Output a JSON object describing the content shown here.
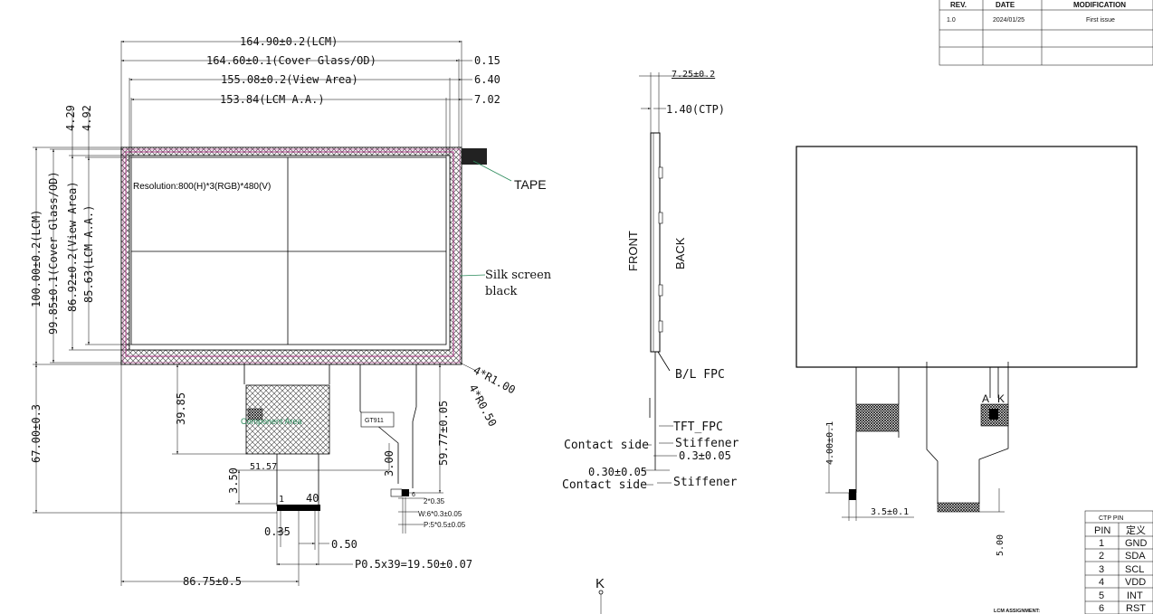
{
  "revision_table": {
    "headers": [
      "REV.",
      "DATE",
      "MODIFICATION"
    ],
    "rows": [
      {
        "rev": "1.0",
        "date": "2024/01/25",
        "mod": "First issue"
      }
    ]
  },
  "front_view": {
    "dim_lcm_width": "164.90±0.2(LCM)",
    "dim_cover_glass_width": "164.60±0.1(Cover Glass/ΟD)",
    "dim_view_area_width": "155.08±0.2(View Area)",
    "dim_aa_width": "153.84(LCM A.A.)",
    "offset_a": "0.15",
    "offset_b": "6.40",
    "offset_c": "7.02",
    "offset_top_a": "4.29",
    "offset_top_b": "4.92",
    "dim_lcm_height": "100.00±0.2(LCM)",
    "dim_cover_glass_height": "99.85±0.1(Cover Glass/ΟD)",
    "dim_view_area_height": "86.92±0.2(View Area)",
    "dim_aa_height": "85.63(LCM A.A.)",
    "resolution": "Resolution:800(H)*3(RGB)*480(V)",
    "tape": "TAPE",
    "silk_screen": "Silk screen",
    "silk_screen_2": "black",
    "radius_1": "4*R1.00",
    "radius_2": "4*R0.50",
    "dim_39_85": "39.85",
    "dim_67": "67.00±0.3",
    "dim_59_77": "59.77±0.05",
    "dim_3_50": "3.50",
    "dim_51_57": "51.57",
    "dim_3_00": "3.00",
    "pin_1": "1",
    "pin_40": "40",
    "dim_0_35": "0.35",
    "dim_0_50": "0.50",
    "pitch": "P0.5x39=19.50±0.07",
    "dim_86_75": "86.75±0.5",
    "component_area": "Component Area",
    "chip": "GT911",
    "fpc_pin": "6",
    "fpc_dim_1": "2*0.35",
    "fpc_dim_2": "W:6*0.3±0.05",
    "fpc_dim_3": "P:5*0.5±0.05"
  },
  "side_view": {
    "thickness": "7.25±0.2",
    "ctp": "1.40(CTP)",
    "front": "FRONT",
    "back": "BACK",
    "bl_fpc": "B/L FPC",
    "tft_fpc": "TFT_FPC",
    "contact_side": "Contact side",
    "stiffener": "Stiffener",
    "dim_0_3": "0.3±0.05",
    "dim_0_30": "0.30±0.05",
    "contact_side_2": "Contact side",
    "stiffener_2": "Stiffener",
    "k_label": "K"
  },
  "back_view": {
    "anode": "A",
    "cathode": "K",
    "dim_4_00": "4.00±0.1",
    "dim_3_5": "3.5±0.1",
    "dim_5_00": "5.00",
    "lcm_assignment": "LCM ASSIGNMENT:"
  },
  "ctp_pin_table": {
    "title": "CTP PIN",
    "headers": [
      "PIN",
      "定义"
    ],
    "rows": [
      {
        "pin": "1",
        "def": "GND"
      },
      {
        "pin": "2",
        "def": "SDA"
      },
      {
        "pin": "3",
        "def": "SCL"
      },
      {
        "pin": "4",
        "def": "VDD"
      },
      {
        "pin": "5",
        "def": "INT"
      },
      {
        "pin": "6",
        "def": "RST"
      }
    ]
  }
}
